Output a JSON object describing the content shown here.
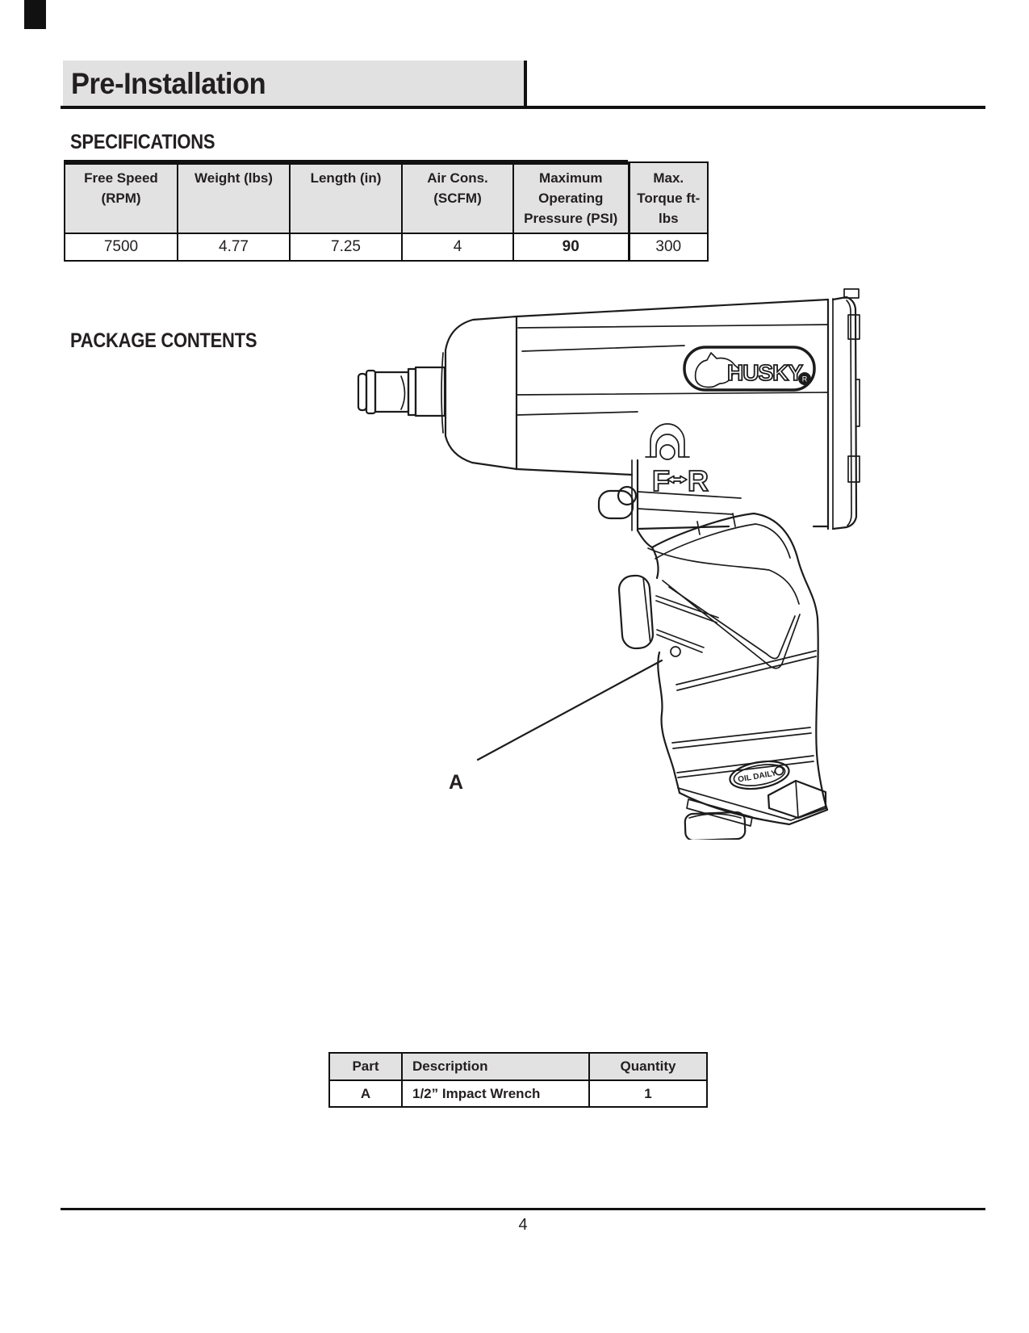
{
  "header": {
    "title": "Pre-Installation"
  },
  "specifications": {
    "heading": "SPECIFICATIONS",
    "table": {
      "headers": [
        "Free Speed (RPM)",
        "Weight (lbs)",
        "Length (in)",
        "Air Cons. (SCFM)",
        "Maximum Operating Pressure (PSI)",
        "Max. Torque ft-lbs"
      ],
      "values": [
        "7500",
        "4.77",
        "7.25",
        "4",
        "90",
        "300"
      ]
    }
  },
  "package_contents": {
    "heading": "PACKAGE CONTENTS",
    "table": {
      "headers": [
        "Part",
        "Description",
        "Quantity"
      ],
      "row": [
        "A",
        "1/2” Impact Wrench",
        "1"
      ]
    }
  },
  "diagram": {
    "part_label": "A",
    "brand": "HUSKY",
    "registered_mark": "R",
    "forward_label": "F",
    "reverse_label": "R",
    "oil_label": "OIL DAILY"
  },
  "footer": {
    "page_number": "4"
  },
  "colors": {
    "ink": "#231f20",
    "banner_gray": "#e1e1e1",
    "table_header_gray": "#e2e2e2"
  }
}
